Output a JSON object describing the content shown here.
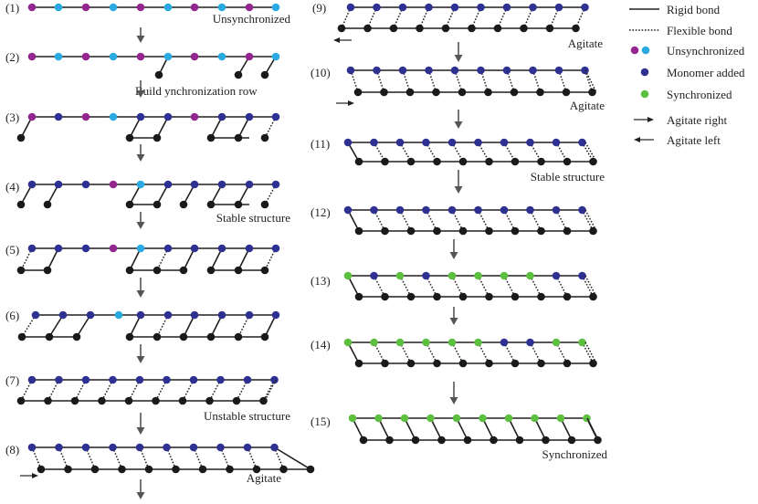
{
  "steps": [
    {
      "label": "(1)",
      "caption": "Unsynchronized",
      "top_colors": [
        "p",
        "c",
        "p",
        "c",
        "p",
        "c",
        "p",
        "c",
        "p",
        "c"
      ],
      "bottom": [],
      "arrow": null
    },
    {
      "label": "(2)",
      "caption": "Build ynchronization row",
      "top_colors": [
        "p",
        "c",
        "p",
        "c",
        "p",
        "c",
        "p",
        "c",
        "p",
        "c"
      ],
      "bottom": [],
      "arrow": null
    },
    {
      "label": "(3)",
      "caption": "",
      "top_colors": [
        "p",
        "b",
        "p",
        "c",
        "b",
        "b",
        "p",
        "b",
        "b",
        "b"
      ],
      "bottom": [],
      "arrow": null
    },
    {
      "label": "(4)",
      "caption": "Stable structure",
      "top_colors": [
        "b",
        "b",
        "b",
        "p",
        "c",
        "b",
        "b",
        "b",
        "b",
        "b",
        "b"
      ],
      "bottom": [],
      "arrow": null
    },
    {
      "label": "(5)",
      "caption": "",
      "top_colors": [
        "b",
        "b",
        "b",
        "p",
        "c",
        "b",
        "b",
        "b",
        "b",
        "b",
        "b"
      ],
      "bottom": [],
      "arrow": null
    },
    {
      "label": "(6)",
      "caption": "",
      "top_colors": [
        "b",
        "b",
        "b",
        "b",
        "c",
        "b",
        "b",
        "b",
        "b",
        "b",
        "b",
        "b"
      ],
      "bottom": [],
      "arrow": null
    },
    {
      "label": "(7)",
      "caption": "Unstable structure",
      "top_colors": [
        "b",
        "b",
        "b",
        "b",
        "b",
        "b",
        "b",
        "b",
        "b",
        "b",
        "b"
      ],
      "bottom": [],
      "arrow": null
    },
    {
      "label": "(8)",
      "caption": "Agitate",
      "top_colors": [
        "b",
        "b",
        "b",
        "b",
        "b",
        "b",
        "b",
        "b",
        "b",
        "b",
        "b"
      ],
      "bottom": [],
      "arrow": "right"
    },
    {
      "label": "(9)",
      "caption": "Agitate",
      "top_colors": [
        "b",
        "b",
        "b",
        "b",
        "b",
        "b",
        "b",
        "b",
        "b",
        "b",
        "b"
      ],
      "bottom": [],
      "arrow": "left"
    },
    {
      "label": "(10)",
      "caption": "Agitate",
      "top_colors": [
        "b",
        "b",
        "b",
        "b",
        "b",
        "b",
        "b",
        "b",
        "b",
        "b",
        "b"
      ],
      "bottom": [],
      "arrow": "right"
    },
    {
      "label": "(11)",
      "caption": "Stable structure",
      "top_colors": [
        "b",
        "b",
        "b",
        "b",
        "b",
        "b",
        "b",
        "b",
        "b",
        "b",
        "b"
      ],
      "bottom": [],
      "arrow": null
    },
    {
      "label": "(12)",
      "caption": "",
      "top_colors": [
        "b",
        "b",
        "b",
        "b",
        "b",
        "b",
        "b",
        "b",
        "b",
        "b",
        "b"
      ],
      "bottom": [],
      "arrow": null
    },
    {
      "label": "(13)",
      "caption": "",
      "top_colors": [
        "g",
        "b",
        "g",
        "b",
        "g",
        "g",
        "g",
        "g",
        "b",
        "b",
        "b"
      ],
      "bottom": [],
      "arrow": null
    },
    {
      "label": "(14)",
      "caption": "",
      "top_colors": [
        "g",
        "g",
        "g",
        "g",
        "g",
        "g",
        "b",
        "b",
        "g",
        "g",
        "g"
      ],
      "bottom": [],
      "arrow": null
    },
    {
      "label": "(15)",
      "caption": "Synchronized",
      "top_colors": [
        "g",
        "g",
        "g",
        "g",
        "g",
        "g",
        "g",
        "g",
        "g",
        "g",
        "g"
      ],
      "bottom": [],
      "arrow": null
    }
  ],
  "legend": [
    {
      "type": "solid",
      "label": "Rigid bond"
    },
    {
      "type": "dotted",
      "label": "Flexible bond"
    },
    {
      "type": "dots-pc",
      "label": "Unsynchronized"
    },
    {
      "type": "dot-b",
      "label": "Monomer added"
    },
    {
      "type": "dot-g",
      "label": "Synchronized"
    },
    {
      "type": "arrow-right",
      "label": "Agitate right"
    },
    {
      "type": "arrow-left",
      "label": "Agitate left"
    }
  ],
  "colors": {
    "p": "#93278f",
    "c": "#29abe2",
    "b": "#2e3192",
    "g": "#5dbf3f",
    "k": "#1a1a1a",
    "line": "#231f20",
    "arrow": "#555555"
  }
}
